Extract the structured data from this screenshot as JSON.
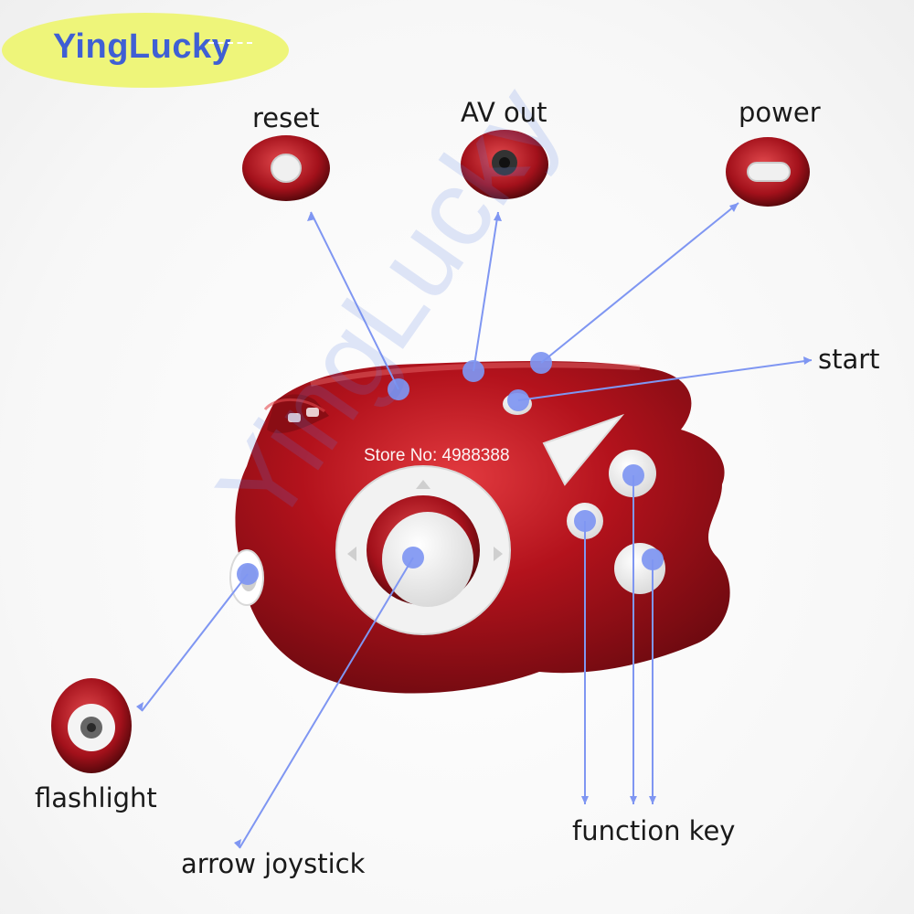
{
  "brand": {
    "name": "YingLucky"
  },
  "store_banner": "Store No: 4988388",
  "watermark": "YingLucky",
  "labels": {
    "reset": "reset",
    "av_out": "AV out",
    "power": "power",
    "start": "start",
    "flashlight": "flashlight",
    "arrow_joystick": "arrow joystick",
    "function_key": "function key"
  },
  "colors": {
    "device_red": "#b3121c",
    "pointer_blue": "#7f96f2",
    "brand_yellow": "#eef57a",
    "brand_text": "#3f5fd4"
  }
}
